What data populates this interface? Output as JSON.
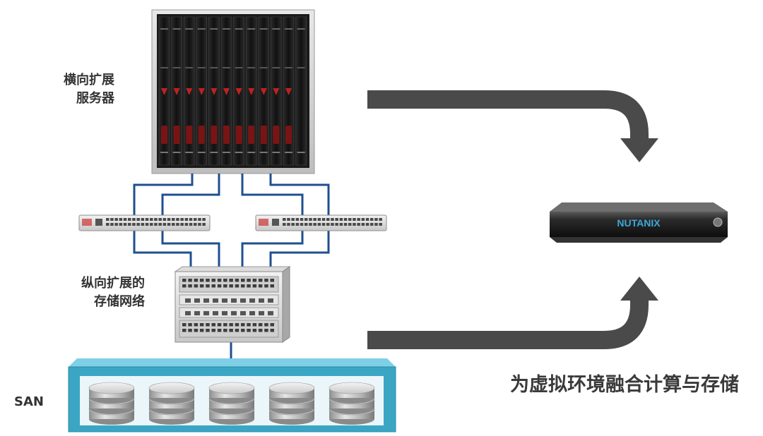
{
  "labels": {
    "scale_out_line1": "横向扩展",
    "scale_out_line2": "服务器",
    "scale_up_line1": "纵向扩展的",
    "scale_up_line2": "存储网络",
    "san": "SAN"
  },
  "caption": "为虚拟环境融合计算与存储",
  "nutanix": {
    "brand": "NUTANIX"
  },
  "colors": {
    "cable": "#1f4f8f",
    "arrow": "#4a4a4a",
    "san_frame": "#3aa6c4",
    "nutanix_text": "#3da7d8"
  }
}
